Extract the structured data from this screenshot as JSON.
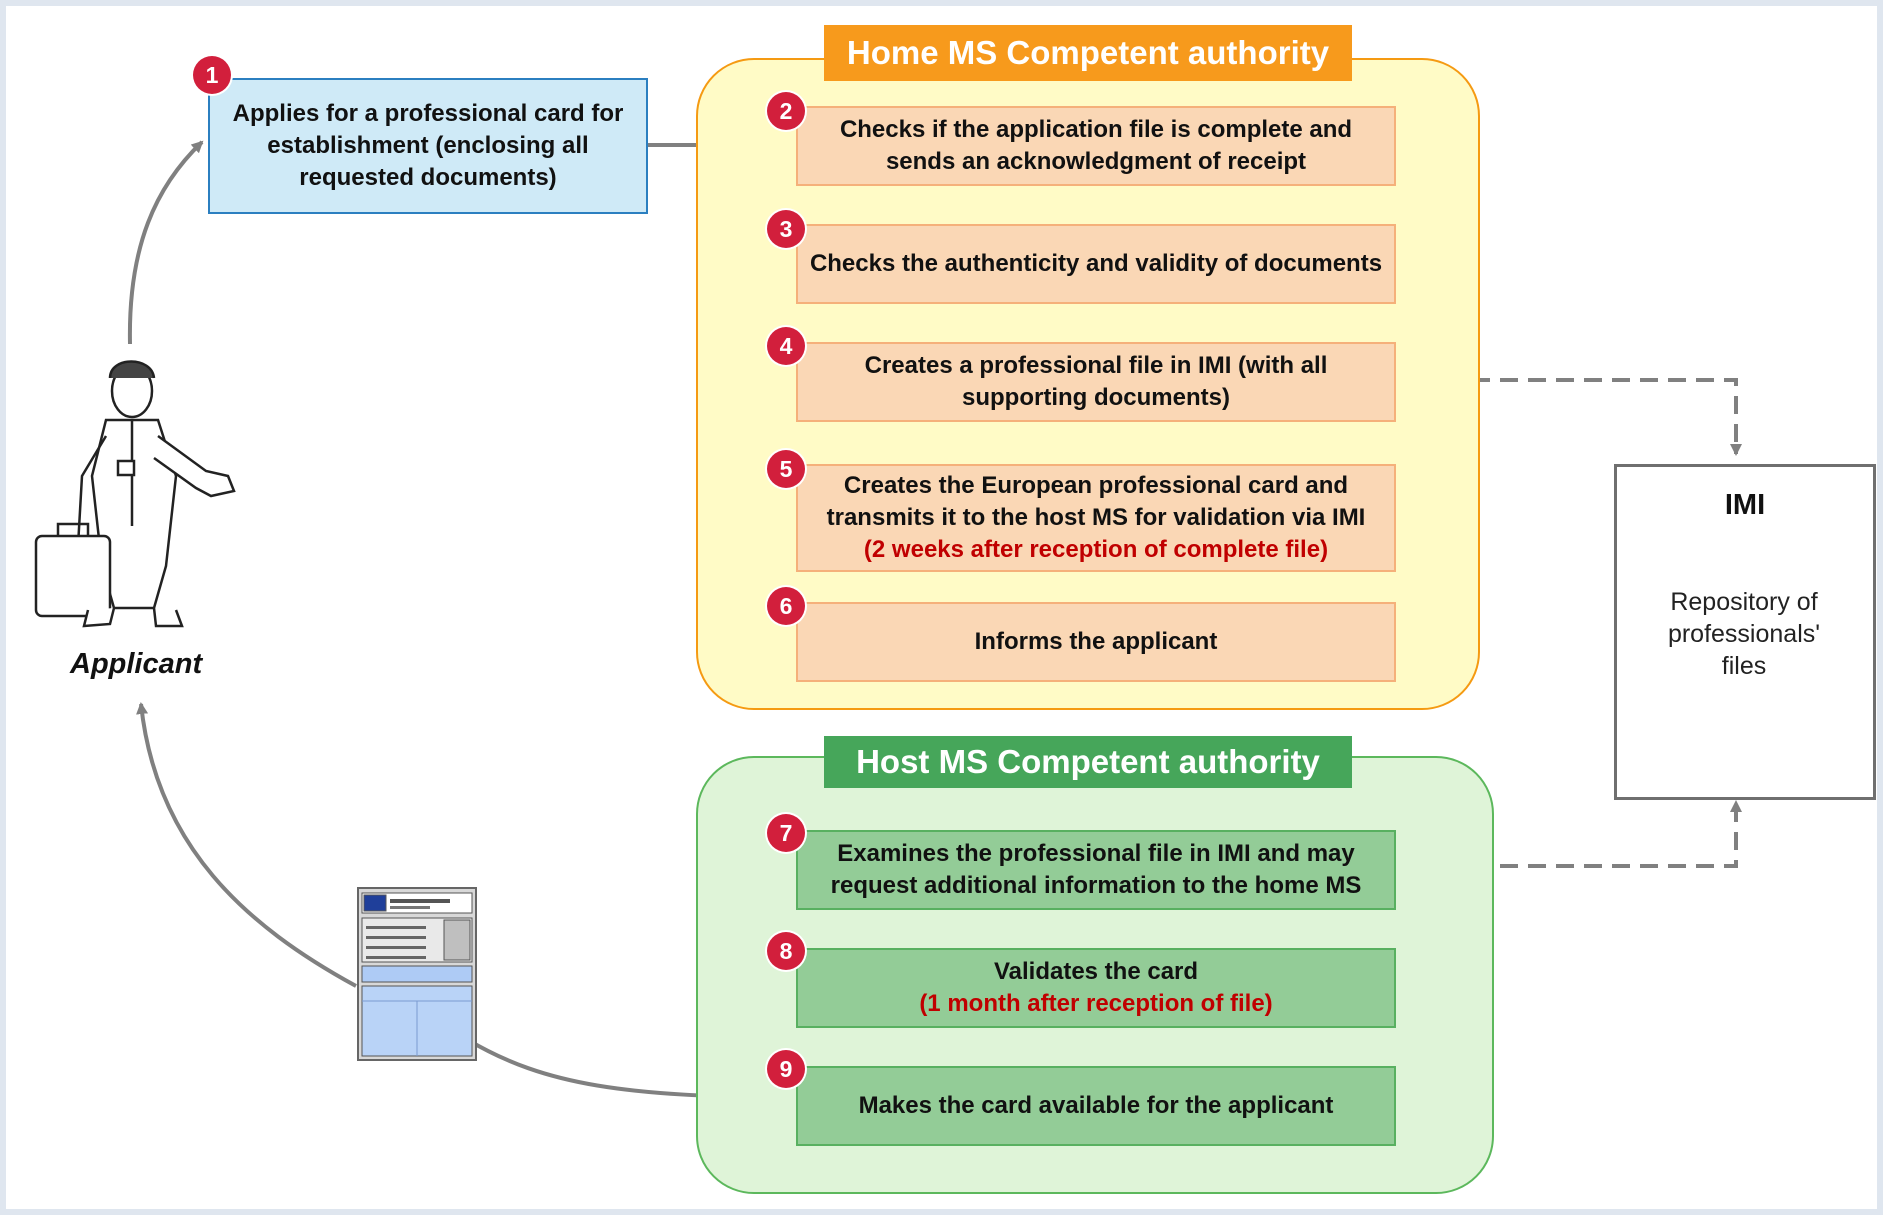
{
  "applicant_label": "Applicant",
  "apply_step": {
    "number": "1",
    "lines": [
      "Applies for a professional card for",
      "establishment (enclosing all",
      "requested documents)"
    ]
  },
  "home": {
    "title": "Home MS Competent authority",
    "steps": [
      {
        "number": "2",
        "lines": [
          "Checks if the application file is complete and",
          "sends an acknowledgment of receipt"
        ],
        "note": ""
      },
      {
        "number": "3",
        "lines": [
          "Checks the authenticity and validity of documents"
        ],
        "note": ""
      },
      {
        "number": "4",
        "lines": [
          "Creates a professional file in IMI (with all",
          "supporting documents)"
        ],
        "note": ""
      },
      {
        "number": "5",
        "lines": [
          "Creates the European professional card and",
          "transmits it to the host MS for validation via IMI"
        ],
        "note": "(2 weeks after reception of complete file)"
      },
      {
        "number": "6",
        "lines": [
          "Informs the applicant"
        ],
        "note": ""
      }
    ]
  },
  "host": {
    "title": "Host MS Competent authority",
    "steps": [
      {
        "number": "7",
        "lines": [
          "Examines the professional file in IMI and may",
          "request additional information to the home MS"
        ],
        "note": ""
      },
      {
        "number": "8",
        "lines": [
          "Validates the card"
        ],
        "note": "(1 month after reception of file)"
      },
      {
        "number": "9",
        "lines": [
          "Makes the card available for the applicant"
        ],
        "note": ""
      }
    ]
  },
  "imi": {
    "title": "IMI",
    "repository_lines": [
      "Repository of",
      "professionals'",
      "files"
    ]
  },
  "colors": {
    "badge": "#d21f3c",
    "home_title": "#f79a1c",
    "host_title": "#46a65a",
    "note_red": "#c00000",
    "connector_grey": "#808080"
  }
}
